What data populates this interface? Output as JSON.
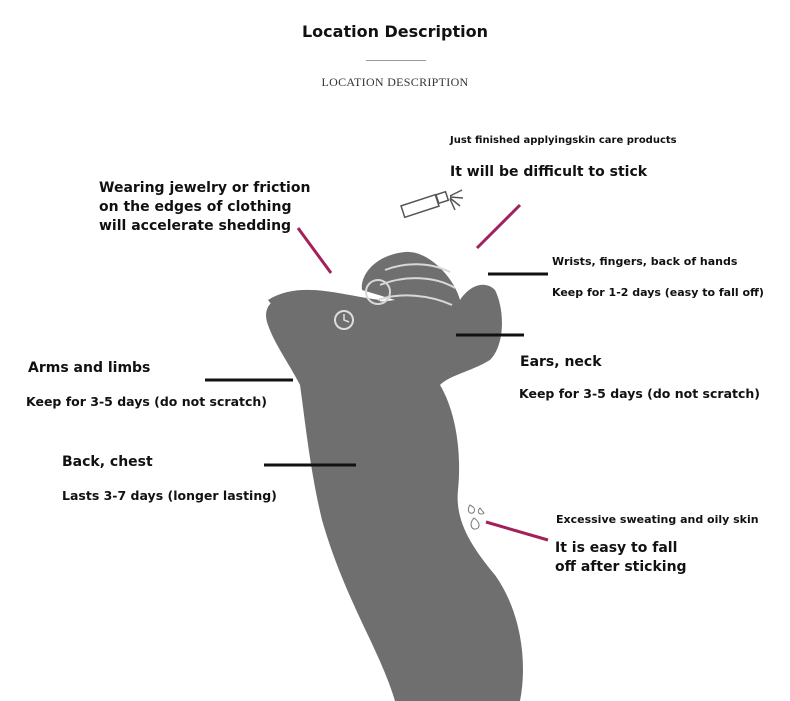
{
  "header": {
    "title": "Location Description",
    "subtitle": "LOCATION DESCRIPTION"
  },
  "colors": {
    "figure": "#6f6f6f",
    "accent_line": "#a3205a",
    "black_line": "#111111"
  },
  "annotations": {
    "skincare": {
      "note": "Just finished applyingskin care products",
      "effect": "It will be difficult to stick"
    },
    "jewelry": {
      "line1": "Wearing jewelry or friction",
      "line2": "on the edges of clothing",
      "line3": "will accelerate shedding"
    },
    "wrists": {
      "label": "Wrists, fingers, back of hands",
      "duration": "Keep for 1-2 days (easy to fall off)"
    },
    "arms": {
      "label": "Arms and limbs",
      "duration": "Keep for 3-5 days (do not scratch)"
    },
    "ears": {
      "label": "Ears, neck",
      "duration": "Keep for 3-5 days (do not scratch)"
    },
    "back": {
      "label": "Back, chest",
      "duration": "Lasts 3-7 days (longer lasting)"
    },
    "sweat": {
      "note": "Excessive sweating and oily skin",
      "line1": "It is easy to fall",
      "line2": "off after sticking"
    }
  }
}
